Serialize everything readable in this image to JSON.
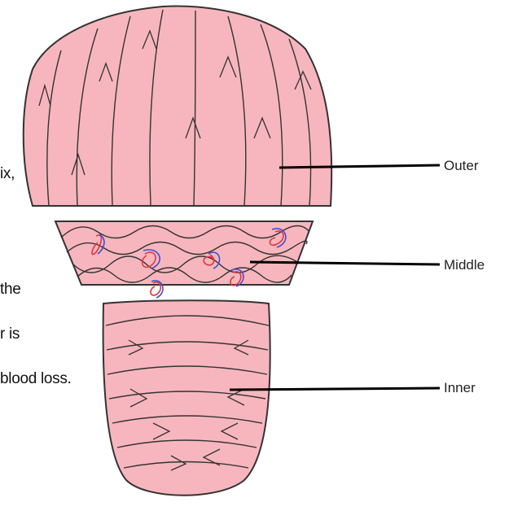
{
  "diagram": {
    "labels": {
      "outer": "Outer",
      "middle": "Middle",
      "inner": "Inner"
    },
    "text_fragments": [
      "ix,",
      "the",
      "r is",
      "blood loss."
    ],
    "colors": {
      "tissue_fill": "#f7b6bd",
      "outline": "#333333",
      "leader_line": "#000000",
      "annotation_red": "#e0363f",
      "annotation_blue": "#3c4fd6"
    }
  }
}
